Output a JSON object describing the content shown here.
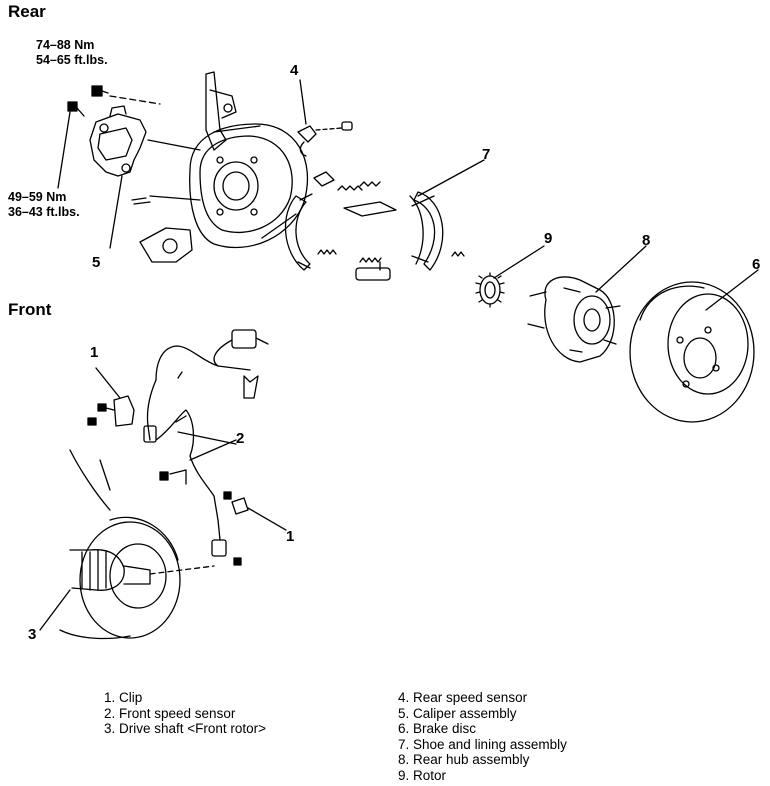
{
  "sections": {
    "rear": "Rear",
    "front": "Front"
  },
  "torque": {
    "top": {
      "nm": "74–88 Nm",
      "ftlbs": "54–65 ft.lbs."
    },
    "left": {
      "nm": "49–59 Nm",
      "ftlbs": "36–43 ft.lbs."
    }
  },
  "callouts": {
    "rear_4": "4",
    "rear_5": "5",
    "rear_6": "6",
    "rear_7": "7",
    "rear_8": "8",
    "rear_9": "9",
    "front_1a": "1",
    "front_1b": "1",
    "front_2": "2",
    "front_3": "3"
  },
  "legend_left": [
    "1. Clip",
    "2. Front speed sensor",
    "3. Drive shaft <Front rotor>"
  ],
  "legend_right": [
    "4. Rear speed sensor",
    "5. Caliper assembly",
    "6. Brake disc",
    "7. Shoe and lining assembly",
    "8. Rear hub assembly",
    "9. Rotor"
  ]
}
